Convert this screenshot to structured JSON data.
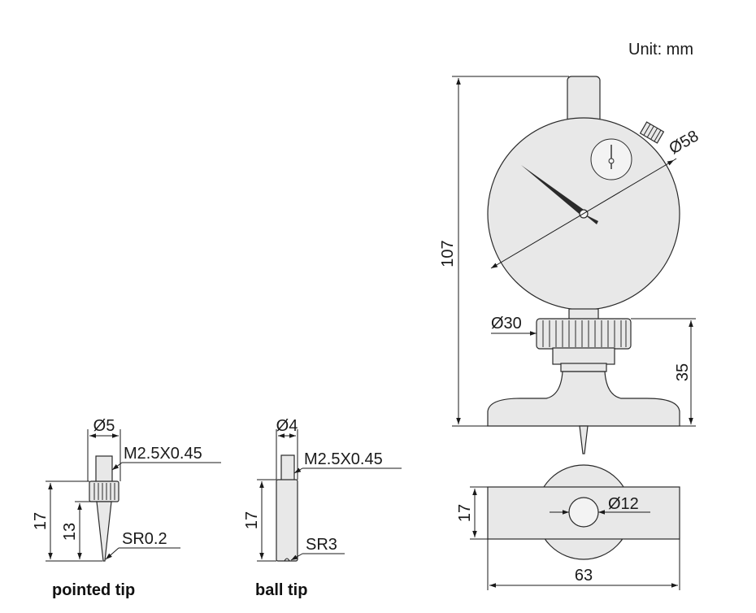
{
  "unit_label": "Unit: mm",
  "main": {
    "height_total": "107",
    "dial_diameter": "Ø58",
    "collar_diameter": "Ø30",
    "base_height": "35",
    "base_thickness": "17",
    "hole_diameter": "Ø12",
    "base_width": "63"
  },
  "pointed_tip": {
    "diameter": "Ø5",
    "thread": "M2.5X0.45",
    "length": "17",
    "tip_length": "13",
    "radius": "SR0.2",
    "caption": "pointed tip"
  },
  "ball_tip": {
    "diameter": "Ø4",
    "thread": "M2.5X0.45",
    "length": "17",
    "radius": "SR3",
    "caption": "ball tip"
  },
  "colors": {
    "part_fill": "#e8e8e8",
    "line": "#1a1a1a"
  }
}
